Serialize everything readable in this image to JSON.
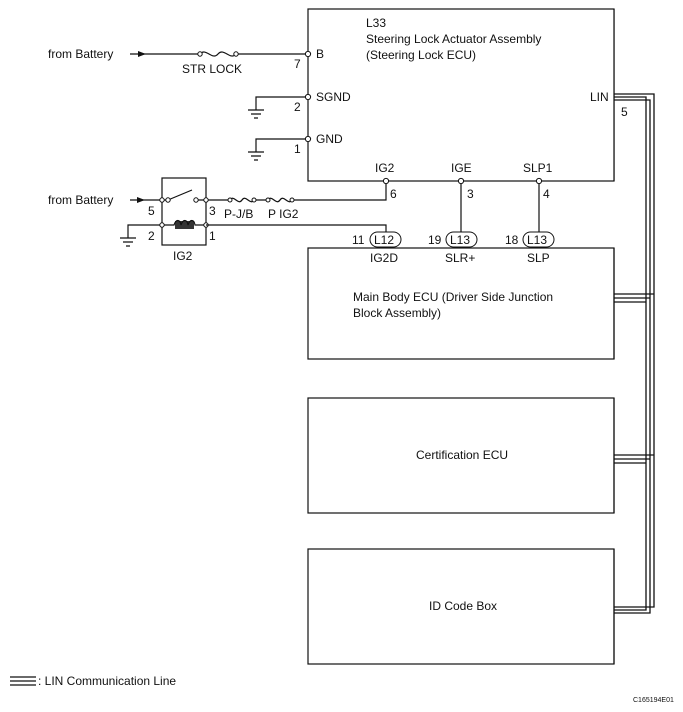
{
  "sources": {
    "battery_top": "from Battery",
    "battery_mid": "from Battery"
  },
  "fuses": {
    "str_lock": "STR LOCK",
    "pjb": "P-J/B",
    "pig2": "P IG2"
  },
  "relay": {
    "label": "IG2",
    "pin5": "5",
    "pin3": "3",
    "pin2": "2",
    "pin1": "1"
  },
  "steering_lock": {
    "code": "L33",
    "name_line1": "Steering Lock Actuator Assembly",
    "name_line2": "(Steering Lock ECU)",
    "terminals": {
      "b": "B",
      "b_pin": "7",
      "sgnd": "SGND",
      "sgnd_pin": "2",
      "gnd": "GND",
      "gnd_pin": "1",
      "lin": "LIN",
      "lin_pin": "5",
      "ig2": "IG2",
      "ig2_pin": "6",
      "ige": "IGE",
      "ige_pin": "3",
      "slp1": "SLP1",
      "slp1_pin": "4"
    }
  },
  "main_body": {
    "name_line1": "Main Body ECU (Driver Side Junction",
    "name_line2": "Block Assembly)",
    "connectors": [
      {
        "pin": "11",
        "code": "L12",
        "signal": "IG2D"
      },
      {
        "pin": "19",
        "code": "L13",
        "signal": "SLR+"
      },
      {
        "pin": "18",
        "code": "L13",
        "signal": "SLP"
      }
    ]
  },
  "certification_ecu": {
    "name": "Certification ECU"
  },
  "id_code_box": {
    "name": "ID Code Box"
  },
  "legend": {
    "lin_line": ": LIN Communication Line"
  },
  "figure_id": "C165194E01"
}
